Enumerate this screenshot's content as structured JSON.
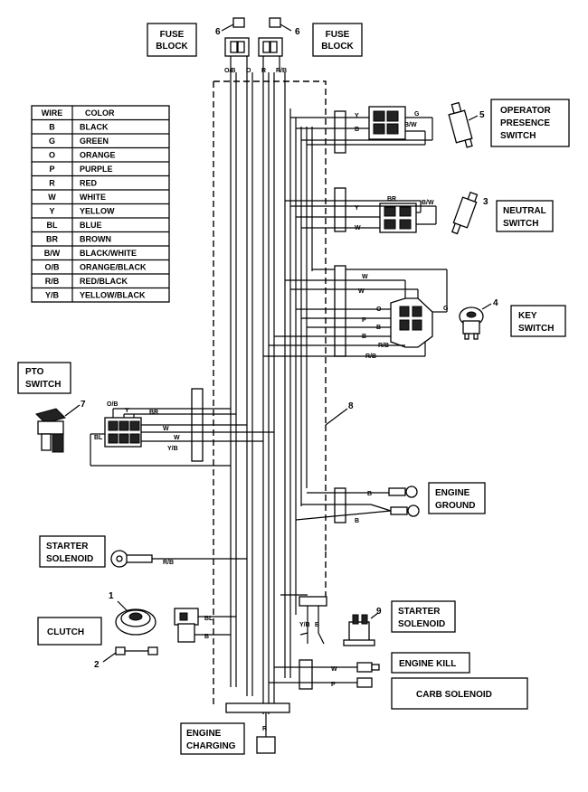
{
  "labels": {
    "fuse_block_left": [
      "FUSE",
      "BLOCK"
    ],
    "fuse_block_right": [
      "FUSE",
      "BLOCK"
    ],
    "operator_presence_switch": [
      "OPERATOR",
      "PRESENCE",
      "SWITCH"
    ],
    "neutral_switch": [
      "NEUTRAL",
      "SWITCH"
    ],
    "key_switch": [
      "KEY",
      "SWITCH"
    ],
    "pto_switch": [
      "PTO",
      "SWITCH"
    ],
    "engine_ground": [
      "ENGINE",
      "GROUND"
    ],
    "starter_solenoid_left": [
      "STARTER",
      "SOLENOID"
    ],
    "starter_solenoid_right": [
      "STARTER",
      "SOLENOID"
    ],
    "clutch": "CLUTCH",
    "engine_kill": "ENGINE KILL",
    "carb_solenoid": "CARB SOLENOID",
    "engine_charging": [
      "ENGINE",
      "CHARGING"
    ]
  },
  "callouts": {
    "fuse_left": "6",
    "fuse_right": "6",
    "operator_switch": "5",
    "neutral_switch": "3",
    "key_switch": "4",
    "pto_switch": "7",
    "harness": "8",
    "starter_solenoid": "9",
    "clutch": "1",
    "clutch_diode": "2"
  },
  "color_table": {
    "headers": [
      "WIRE",
      "COLOR"
    ],
    "rows": [
      [
        "B",
        "BLACK"
      ],
      [
        "G",
        "GREEN"
      ],
      [
        "O",
        "ORANGE"
      ],
      [
        "P",
        "PURPLE"
      ],
      [
        "R",
        "RED"
      ],
      [
        "W",
        "WHITE"
      ],
      [
        "Y",
        "YELLOW"
      ],
      [
        "BL",
        "BLUE"
      ],
      [
        "BR",
        "BROWN"
      ],
      [
        "B/W",
        "BLACK/WHITE"
      ],
      [
        "O/B",
        "ORANGE/BLACK"
      ],
      [
        "R/B",
        "RED/BLACK"
      ],
      [
        "Y/B",
        "YELLOW/BLACK"
      ]
    ]
  },
  "wire_tags": {
    "fuse_ob": "O/B",
    "fuse_o": "O",
    "fuse_r": "R",
    "fuse_rb": "R/B",
    "ops_y": "Y",
    "ops_g": "G",
    "ops_b": "B",
    "ops_bw": "B/W",
    "neu_br": "BR",
    "neu_bw": "B/W",
    "neu_y": "Y",
    "neu_w": "W",
    "key_w1": "W",
    "key_w2": "W",
    "key_o": "O",
    "key_p": "P",
    "key_b1": "B",
    "key_b2": "B",
    "key_rb1": "R/B",
    "key_rb2": "R/B",
    "key_g": "G",
    "pto_ob": "O/B",
    "pto_y": "Y",
    "pto_br": "BR",
    "pto_w1": "W",
    "pto_w2": "W",
    "pto_bl": "BL",
    "pto_yb": "Y/B",
    "gnd_b1": "B",
    "gnd_b2": "B",
    "start_rb": "R/B",
    "clutch_bl": "BL",
    "clutch_b": "B",
    "sol_yb": "Y/B",
    "sol_b": "B",
    "kill_w": "W",
    "carb_p": "P",
    "chg_r": "R"
  }
}
